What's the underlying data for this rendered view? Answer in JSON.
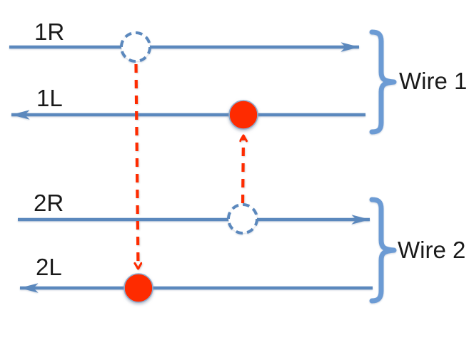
{
  "diagram": {
    "wire1": {
      "label": "Wire 1",
      "right_moving_line": {
        "label": "1R",
        "direction": "right"
      },
      "left_moving_line": {
        "label": "1L",
        "direction": "left"
      }
    },
    "wire2": {
      "label": "Wire 2",
      "right_moving_line": {
        "label": "2R",
        "direction": "right"
      },
      "left_moving_line": {
        "label": "2L",
        "direction": "left"
      }
    },
    "tokens": {
      "empty_token_on_1R": "dashed open circle",
      "filled_token_on_1L": "solid red circle",
      "empty_token_on_2R": "dashed open circle",
      "filled_token_on_2L": "solid red circle"
    },
    "transfers": [
      {
        "from": "1R",
        "to": "2L",
        "style": "red dashed arrow, downward"
      },
      {
        "from": "2R",
        "to": "1L",
        "style": "red dashed arrow, upward"
      }
    ]
  },
  "colors": {
    "line_blue": "#5B88BD",
    "brace_blue": "#6C9BD4",
    "red": "#FE2B00",
    "text": "#1A1A1A",
    "background": "#FFFFFF",
    "circle_fill": "#FFFFFF"
  }
}
